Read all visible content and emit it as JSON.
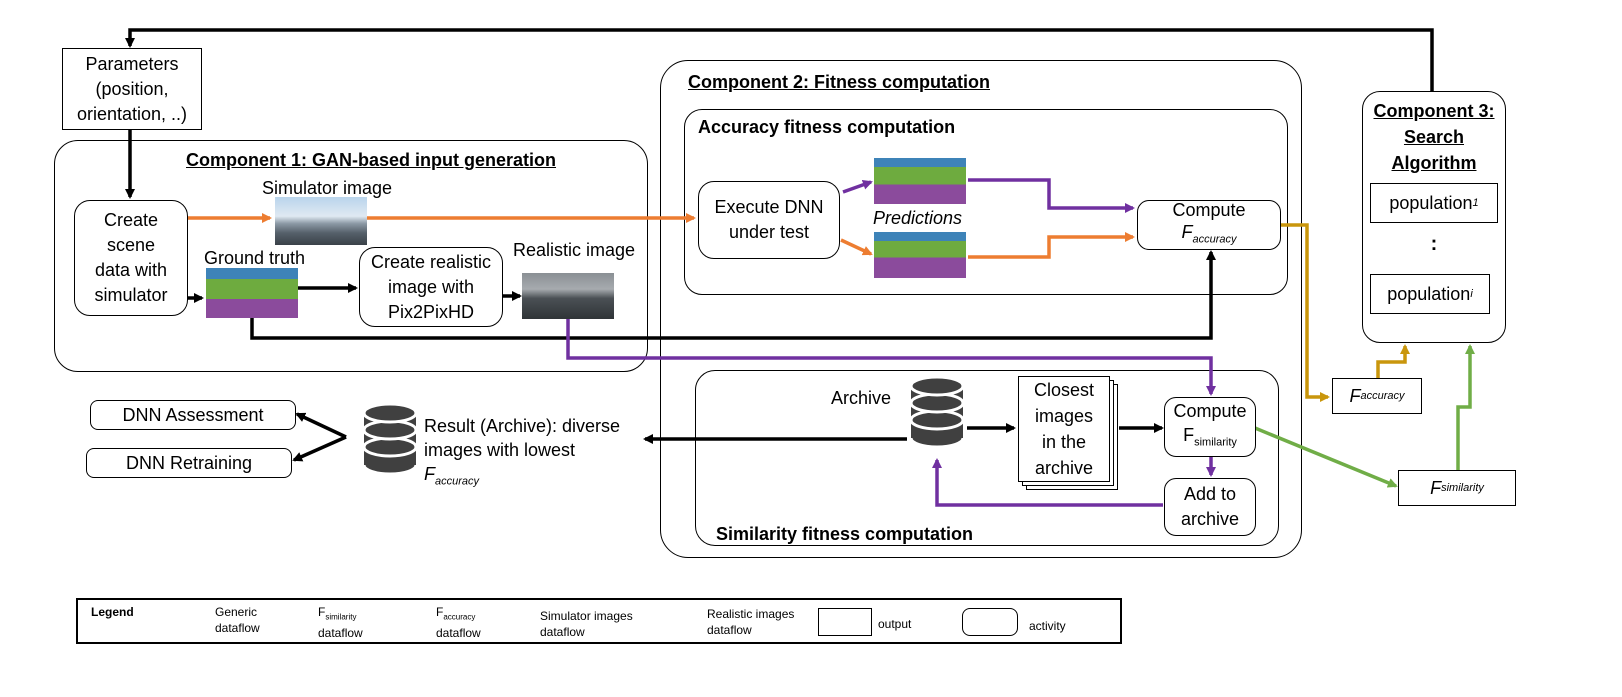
{
  "parameters": {
    "line1": "Parameters",
    "line2": "(position,",
    "line3": "orientation, ..)"
  },
  "component1": {
    "title": "Component 1: GAN-based input generation",
    "create_scene": {
      "line1": "Create",
      "line2": "scene",
      "line3": "data with",
      "line4": "simulator"
    },
    "simulator_image_label": "Simulator image",
    "ground_truth_label": "Ground truth",
    "create_realistic": {
      "line1": "Create realistic",
      "line2": "image with",
      "line3": "Pix2PixHD"
    },
    "realistic_image_label": "Realistic image"
  },
  "component2": {
    "title": "Component 2: Fitness computation",
    "accuracy_title": "Accuracy fitness computation",
    "execute_dnn": {
      "line1": "Execute DNN",
      "line2": "under test"
    },
    "predictions_label": "Predictions",
    "compute_accuracy": {
      "line1": "Compute",
      "f": "F",
      "sub": "accuracy"
    },
    "similarity_title": "Similarity fitness computation",
    "archive_label": "Archive",
    "closest": {
      "line1": "Closest",
      "line2": "images",
      "line3": "in the",
      "line4": "archive"
    },
    "compute_similarity": {
      "line1": "Compute",
      "f": "F",
      "sub": "similarity"
    },
    "add_archive": {
      "line1": "Add to",
      "line2": "archive"
    }
  },
  "component3": {
    "title_line1": "Component 3:",
    "title_line2": "Search",
    "title_line3": "Algorithm",
    "population_first": {
      "text": "population",
      "sub": "1"
    },
    "ellipsis": ":",
    "population_last": {
      "text": "population",
      "sub": "i"
    }
  },
  "outputs": {
    "f_accuracy": {
      "f": "F",
      "sub": "accuracy"
    },
    "f_similarity": {
      "f": "F",
      "sub": "similarity"
    }
  },
  "result": {
    "line1": "Result (Archive): diverse",
    "line2": "images with lowest",
    "f": "F",
    "sub": "accuracy"
  },
  "dnn_assessment": "DNN Assessment",
  "dnn_retraining": "DNN Retraining",
  "legend": {
    "title": "Legend",
    "generic": {
      "line1": "Generic",
      "line2": "dataflow"
    },
    "fsim": {
      "f": "F",
      "sub": "similarity",
      "line2": "dataflow"
    },
    "facc": {
      "f": "F",
      "sub": "accuracy",
      "line2": "dataflow"
    },
    "sim_images": {
      "line1": "Simulator images",
      "line2": "dataflow"
    },
    "real_images": {
      "line1": "Realistic images",
      "line2": "dataflow"
    },
    "output": "output",
    "activity": "activity"
  },
  "colors": {
    "generic": "#000000",
    "similarity": "#70ad47",
    "accuracy": "#c9960c",
    "simulator": "#ed7d31",
    "realistic": "#7030a0"
  }
}
